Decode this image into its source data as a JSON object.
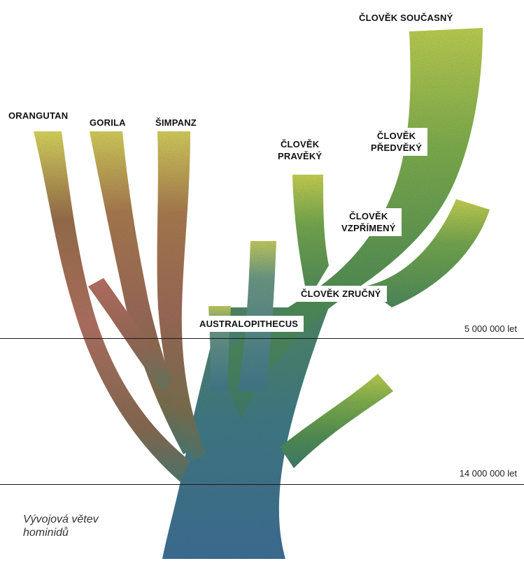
{
  "labels": {
    "orangutan": "ORANGUTAN",
    "gorila_top": "GORILA",
    "simpanz": "ŠIMPANZ",
    "clovek_soucasny": "ČLOVĚK SOUČASNÝ",
    "clovek_pravek_1": "ČLOVĚK",
    "clovek_pravek_2": "PRAVĚKÝ",
    "clovek_predvek_1": "ČLOVĚK",
    "clovek_predvek_2": "PŘEDVĚKÝ",
    "clovek_vzprim_1": "ČLOVĚK",
    "clovek_vzprim_2": "VZPŘÍMENÝ",
    "clovek_zrucny": "ČLOVĚK ZRUČNÝ",
    "australopithecus": "AUSTRALOPITHECUS"
  },
  "timeline": {
    "line_5m": "5 000 000 let",
    "line_14m": "14 000 000 let"
  },
  "caption": {
    "line1": "Vývojová větev",
    "line2": "hominidů"
  },
  "colors": {
    "trunk_blue": "#3c7296",
    "human_green": "#5f9a3a",
    "tip_yellow": "#d9dc4a",
    "ape_brown": "#9a6a45",
    "ape_red": "#b86a58"
  }
}
